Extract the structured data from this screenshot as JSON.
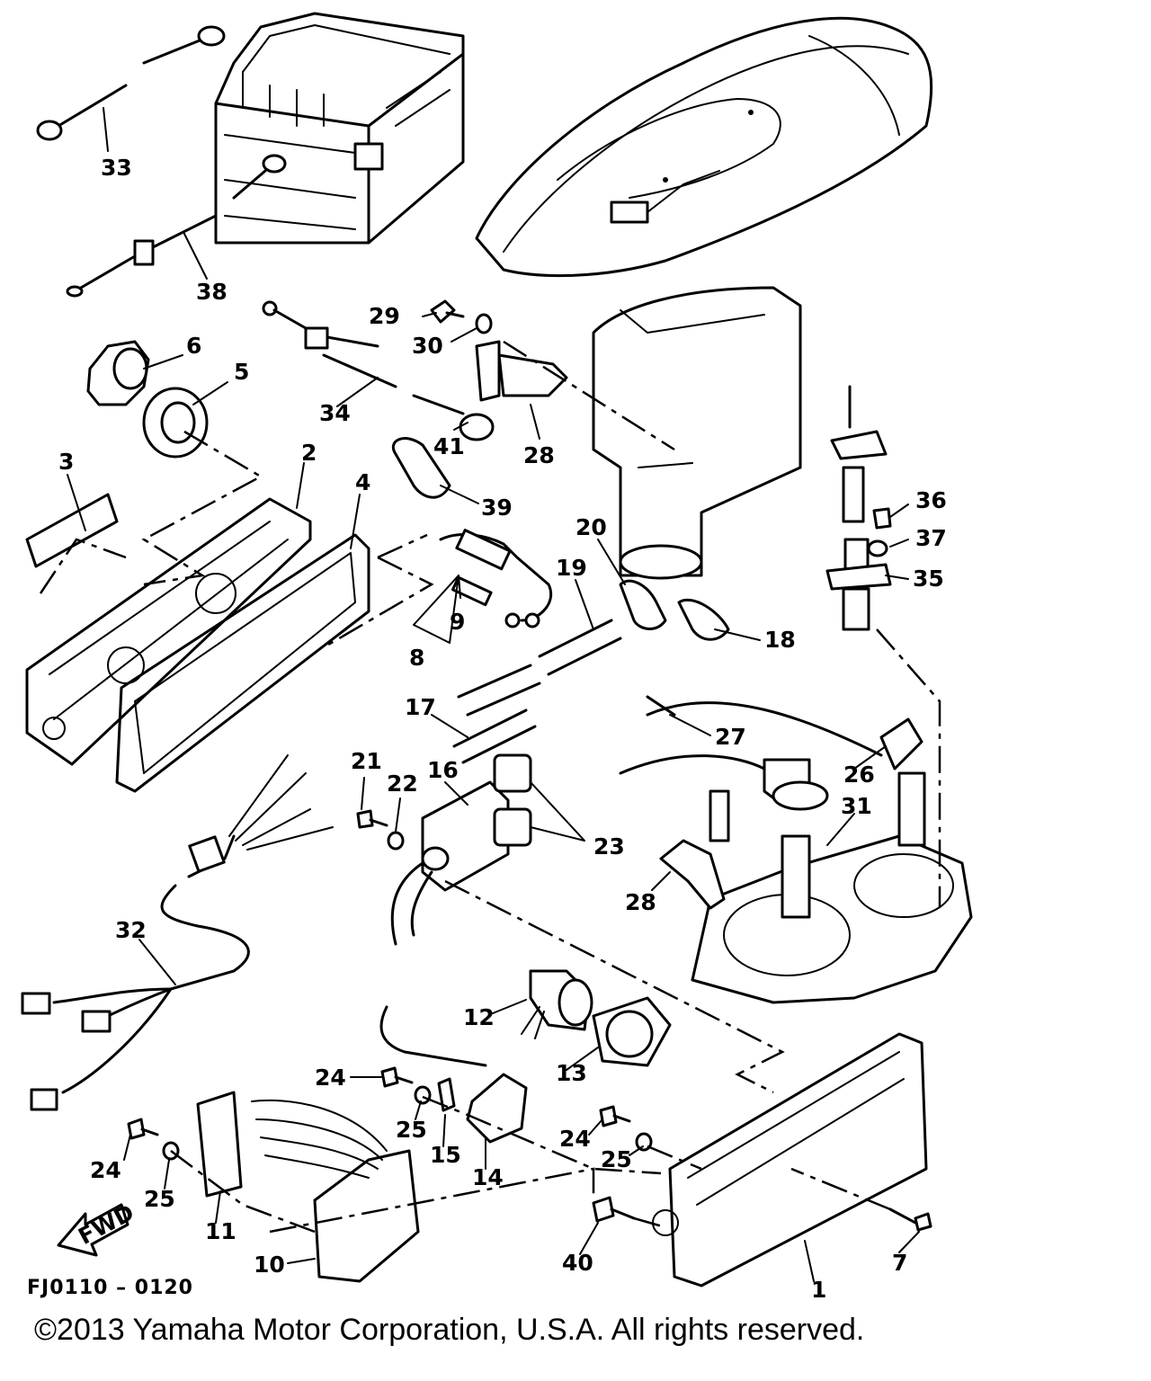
{
  "diagram": {
    "code": "FJ0110 – 0120",
    "copyright": "©2013 Yamaha Motor Corporation, U.S.A. All rights reserved.",
    "fwd_label": "FWD"
  },
  "callouts": [
    {
      "id": "label-33",
      "text": "33"
    },
    {
      "id": "label-38",
      "text": "38"
    },
    {
      "id": "label-6",
      "text": "6"
    },
    {
      "id": "label-5",
      "text": "5"
    },
    {
      "id": "label-3",
      "text": "3"
    },
    {
      "id": "label-2",
      "text": "2"
    },
    {
      "id": "label-4",
      "text": "4"
    },
    {
      "id": "label-29",
      "text": "29"
    },
    {
      "id": "label-30",
      "text": "30"
    },
    {
      "id": "label-34",
      "text": "34"
    },
    {
      "id": "label-41",
      "text": "41"
    },
    {
      "id": "label-28a",
      "text": "28"
    },
    {
      "id": "label-39",
      "text": "39"
    },
    {
      "id": "label-36",
      "text": "36"
    },
    {
      "id": "label-37",
      "text": "37"
    },
    {
      "id": "label-35",
      "text": "35"
    },
    {
      "id": "label-20",
      "text": "20"
    },
    {
      "id": "label-19",
      "text": "19"
    },
    {
      "id": "label-18",
      "text": "18"
    },
    {
      "id": "label-9",
      "text": "9"
    },
    {
      "id": "label-8",
      "text": "8"
    },
    {
      "id": "label-17",
      "text": "17"
    },
    {
      "id": "label-27",
      "text": "27"
    },
    {
      "id": "label-26",
      "text": "26"
    },
    {
      "id": "label-21",
      "text": "21"
    },
    {
      "id": "label-22",
      "text": "22"
    },
    {
      "id": "label-16",
      "text": "16"
    },
    {
      "id": "label-23",
      "text": "23"
    },
    {
      "id": "label-31",
      "text": "31"
    },
    {
      "id": "label-28b",
      "text": "28"
    },
    {
      "id": "label-32",
      "text": "32"
    },
    {
      "id": "label-12",
      "text": "12"
    },
    {
      "id": "label-13",
      "text": "13"
    },
    {
      "id": "label-24a",
      "text": "24"
    },
    {
      "id": "label-25a",
      "text": "25"
    },
    {
      "id": "label-15",
      "text": "15"
    },
    {
      "id": "label-14",
      "text": "14"
    },
    {
      "id": "label-24b",
      "text": "24"
    },
    {
      "id": "label-25b",
      "text": "25"
    },
    {
      "id": "label-24c",
      "text": "24"
    },
    {
      "id": "label-25c",
      "text": "25"
    },
    {
      "id": "label-11",
      "text": "11"
    },
    {
      "id": "label-10",
      "text": "10"
    },
    {
      "id": "label-40",
      "text": "40"
    },
    {
      "id": "label-7",
      "text": "7"
    },
    {
      "id": "label-1",
      "text": "1"
    }
  ]
}
